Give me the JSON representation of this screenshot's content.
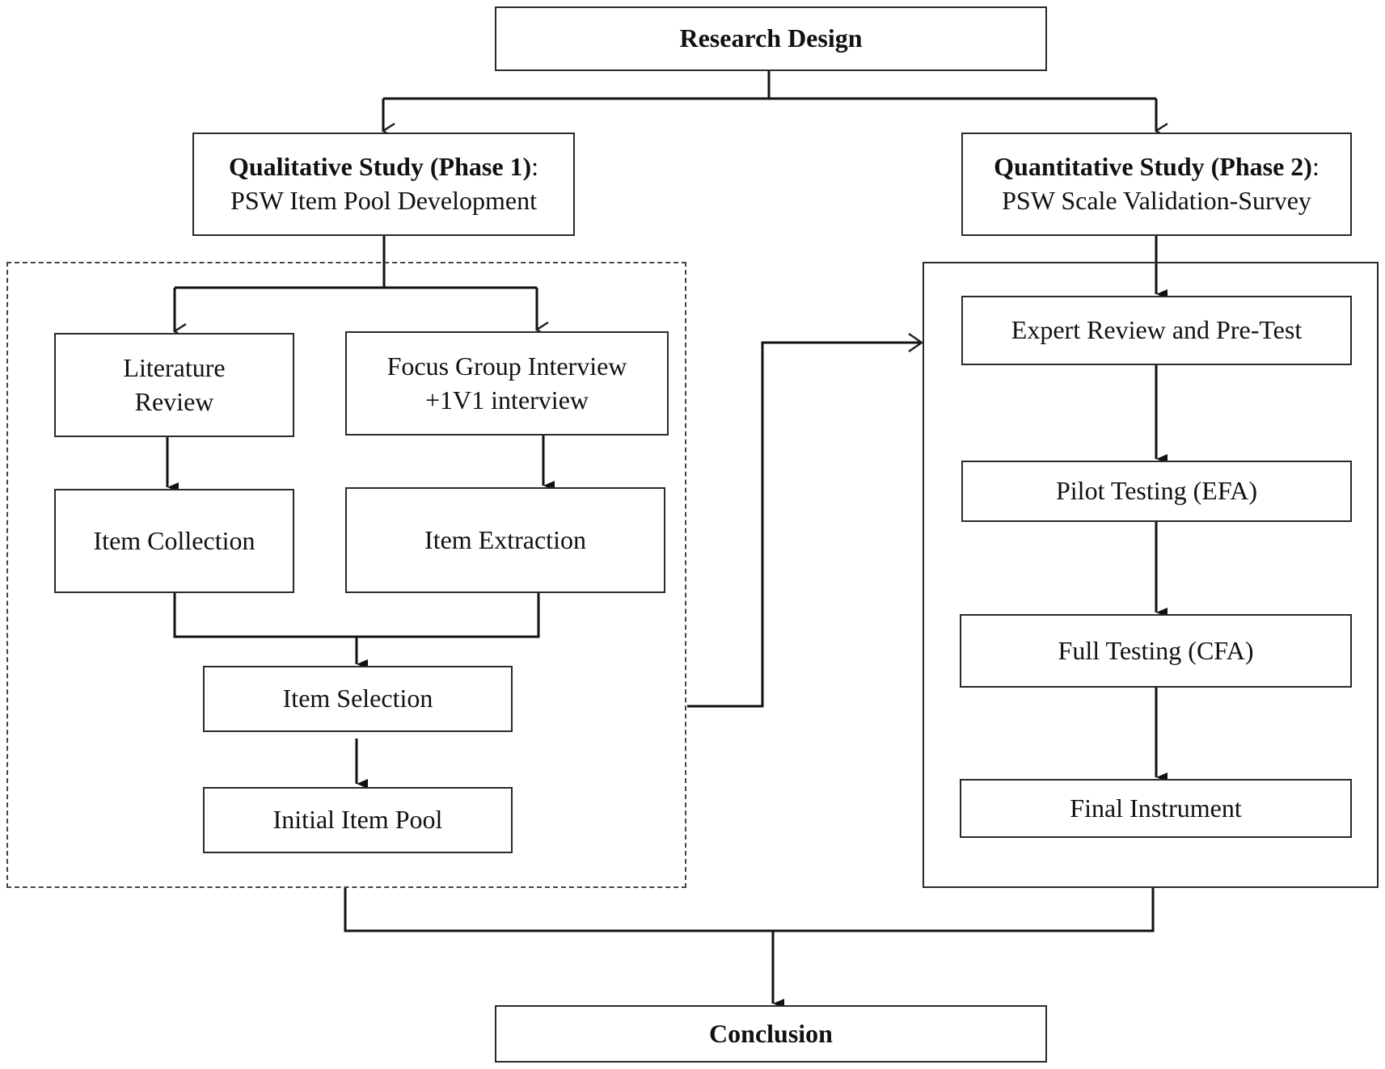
{
  "diagram": {
    "title": "Research Design",
    "phase1": {
      "heading": "Qualitative Study (Phase 1)",
      "heading_suffix": ":",
      "subheading": "PSW Item Pool Development",
      "literature_review": [
        "Literature",
        "Review"
      ],
      "focus_group": [
        "Focus Group Interview",
        "+1V1 interview"
      ],
      "item_collection": "Item Collection",
      "item_extraction": "Item Extraction",
      "item_selection": "Item Selection",
      "initial_item_pool": "Initial Item Pool"
    },
    "phase2": {
      "heading": "Quantitative Study (Phase 2)",
      "heading_suffix": ":",
      "subheading": "PSW Scale Validation-Survey",
      "expert_review": "Expert Review and Pre-Test",
      "pilot_testing": "Pilot Testing (EFA)",
      "full_testing": "Full Testing (CFA)",
      "final_instrument": "Final Instrument"
    },
    "conclusion": "Conclusion"
  }
}
